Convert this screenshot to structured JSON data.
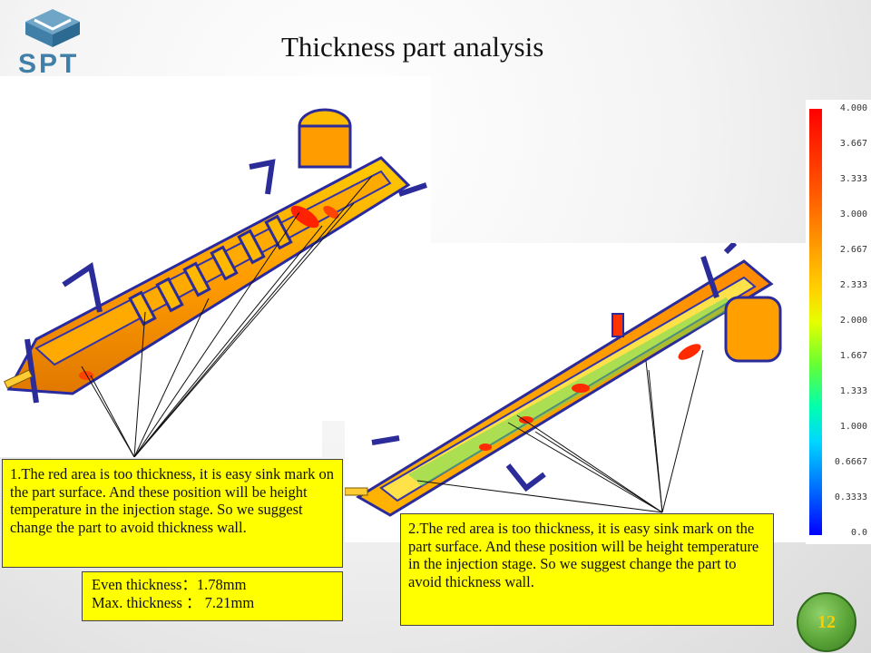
{
  "logo": {
    "text": "SPT",
    "icon": "spt-cube-logo-icon"
  },
  "slide": {
    "title": "Thickness part analysis",
    "page_number": "12"
  },
  "callouts": {
    "first": "1.The red area is too thickness, it is easy sink mark on the part surface. And these position will be height temperature in the injection stage. So we suggest change the part to avoid thickness wall.",
    "second": "2.The red area is too thickness, it is easy sink mark on the part surface. And these position will be height temperature in the injection stage. So we suggest change the part to avoid thickness wall.",
    "even_thickness": "Even thickness：1.78mm",
    "max_thickness": "Max. thickness ： 7.21mm"
  },
  "legend": {
    "labels": [
      "4.000",
      "3.667",
      "3.333",
      "3.000",
      "2.667",
      "2.333",
      "2.000",
      "1.667",
      "1.333",
      "1.000",
      "0.6667",
      "0.3333",
      "0.0"
    ]
  },
  "colors": {
    "callout_fill": "#ffff00",
    "badge_green": "#5aa437",
    "badge_text": "#ffcc00",
    "logo_blue": "#3f7fa8"
  }
}
